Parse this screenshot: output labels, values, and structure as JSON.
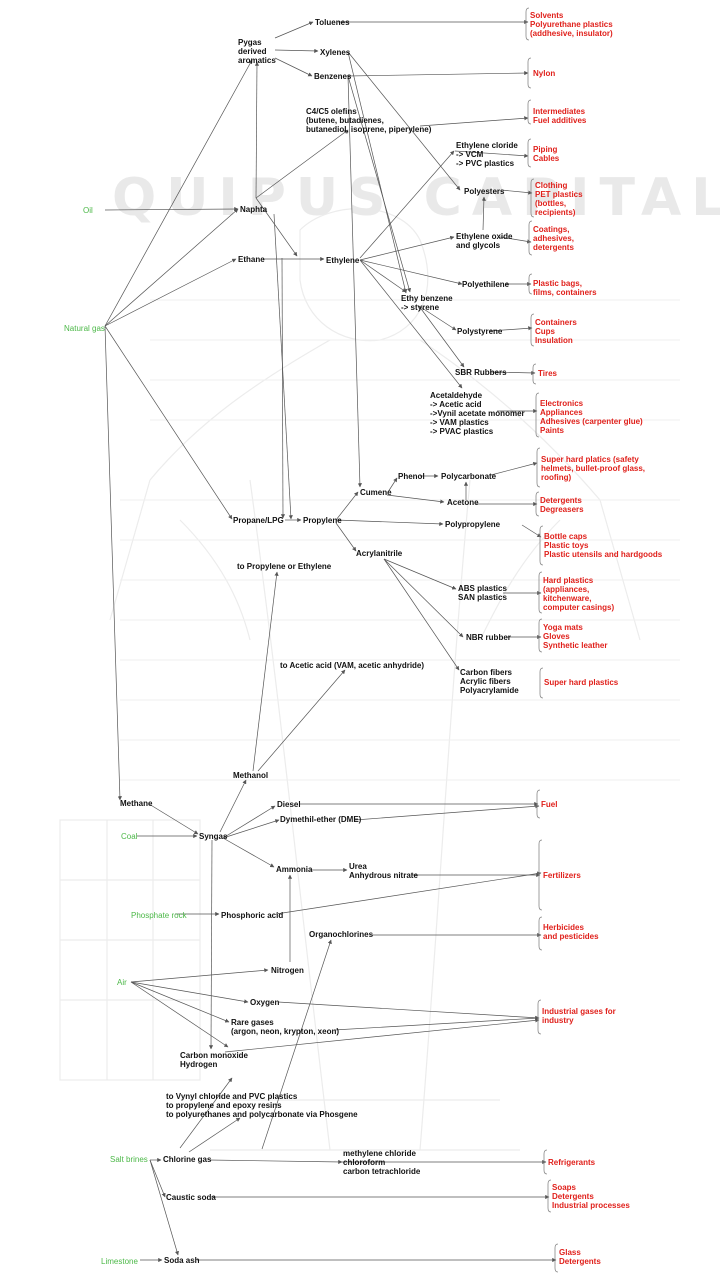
{
  "watermark": "QUIPUS CAPITAL",
  "colors": {
    "source": "#4cb848",
    "product": "#e0201b",
    "node": "#111111",
    "edge": "#555555"
  },
  "sources": {
    "oil": "Oil",
    "natural_gas": "Natural gas",
    "coal": "Coal",
    "phosphate_rock": "Phosphate rock",
    "air": "Air",
    "salt_brines": "Salt brines",
    "limestone": "Limestone"
  },
  "intermediates": {
    "pygas": "Pygas\nderived\naromatics",
    "toluenes": "Toluenes",
    "xylenes": "Xylenes",
    "benzenes": "Benzenes",
    "c4c5": "C4/C5 olefins\n(butene, butadienes,\nbutanediol, isoprene, piperylene)",
    "ethylene_chloride": "Ethylene cloride\n-> VCM\n-> PVC plastics",
    "naphta": "Naphta",
    "polyesters": "Polyesters",
    "ethane": "Ethane",
    "ethylene": "Ethylene",
    "ethylene_oxide": "Ethylene oxide\nand glycols",
    "polyethilene": "Polyethilene",
    "ethylbenzene": "Ethy benzene\n-> styrene",
    "polystyrene": "Polystyrene",
    "sbr": "SBR Rubbers",
    "acetaldehyde": "Acetaldehyde\n-> Acetic acid\n->Vynil acetate monomer\n-> VAM plastics\n-> PVAC plastics",
    "phenol": "Phenol",
    "polycarbonate": "Polycarbonate",
    "cumene": "Cumene",
    "acetone": "Acetone",
    "propane": "Propane/LPG",
    "propylene": "Propylene",
    "polypropylene": "Polypropylene",
    "acrylonitrile": "Acrylanitrile",
    "to_propylene": "to Propylene or Ethylene",
    "abs": "ABS plastics\nSAN plastics",
    "nbr": "NBR rubber",
    "carbon_fibers": "Carbon fibers\nAcrylic fibers\nPolyacrylamide",
    "to_acetic": "to Acetic acid (VAM, acetic anhydride)",
    "methanol": "Methanol",
    "methane": "Methane",
    "diesel": "Diesel",
    "dme": "Dymethil-ether (DME)",
    "syngas": "Syngas",
    "ammonia": "Ammonia",
    "urea": "Urea\nAnhydrous nitrate",
    "phosphoric": "Phosphoric acid",
    "organochlorines": "Organochlorines",
    "nitrogen": "Nitrogen",
    "oxygen": "Oxygen",
    "rare_gases": "Rare gases\n(argon, neon, krypton, xeon)",
    "co_h2": "Carbon monoxide\nHydrogen",
    "chlorine_uses": "to Vynyl chloride and PVC plastics\nto propylene and epoxy resins\nto polyurethanes and polycarbonate via Phosgene",
    "chlorine": "Chlorine gas",
    "chloro_products": "methylene chloride\nchloroform\ncarbon tetrachloride",
    "caustic": "Caustic soda",
    "soda_ash": "Soda ash"
  },
  "end_uses": {
    "solvents": "Solvents\nPolyurethane plastics\n(addhesive, insulator)",
    "nylon": "Nylon",
    "fuel_additives": "Intermediates\nFuel additives",
    "piping": "Piping\nCables",
    "clothing": "Clothing\nPET plastics\n(bottles,\nrecipients)",
    "coatings": "Coatings,\nadhesives,\ndetergents",
    "plastic_bags": "Plastic bags,\nfilms, containers",
    "containers": "Containers\nCups\nInsulation",
    "tires": "Tires",
    "electronics": "Electronics\nAppliances\nAdhesives (carpenter glue)\nPaints",
    "super_hard": "Super hard platics (safety\nhelmets, bullet-proof glass,\nroofing)",
    "detergents": "Detergents\nDegreasers",
    "bottle_caps": "Bottle caps\nPlastic toys\nPlastic utensils and hardgoods",
    "hard_plastics": "Hard plastics\n(appliances,\nkitchenware,\ncomputer casings)",
    "yoga": "Yoga mats\nGloves\nSynthetic leather",
    "super_hard2": "Super hard plastics",
    "fuel": "Fuel",
    "fertilizers": "Fertilizers",
    "herbicides": "Herbicides\nand pesticides",
    "industrial_gases": "Industrial gases for\nindustry",
    "refrigerants": "Refrigerants",
    "soaps": "Soaps\nDetergents\nIndustrial processes",
    "glass": "Glass\nDetergents"
  }
}
